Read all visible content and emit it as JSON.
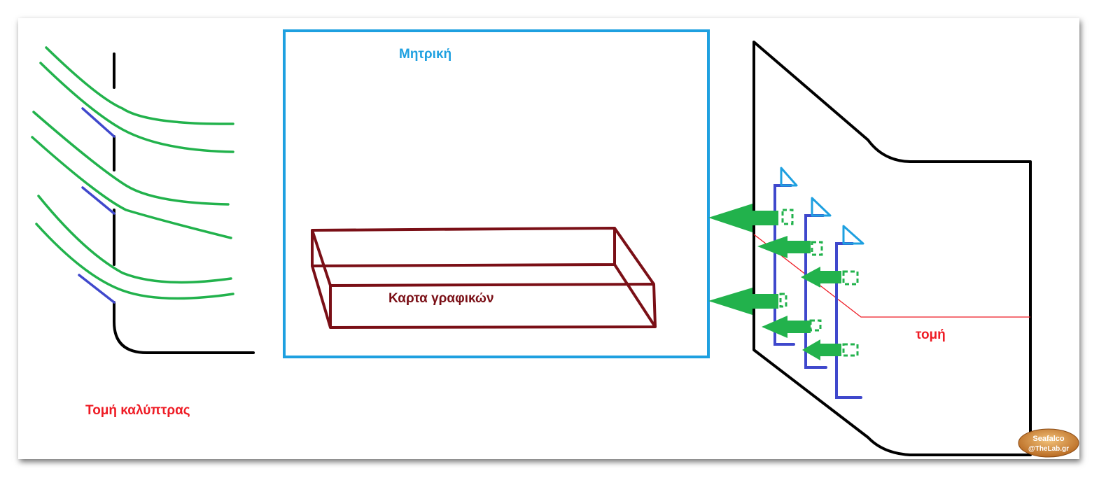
{
  "labels": {
    "motherboard": "Μητρική",
    "graphics_card": "Καρτα γραφικών",
    "cut": "τομή",
    "hood_section": "Τομή καλύπτρας"
  },
  "watermark": {
    "line1": "Seafalco",
    "line2": "@TheLab.gr"
  },
  "colors": {
    "motherboard": "#1ea0e0",
    "graphics_card": "#7a0f16",
    "cut": "#ee1b24",
    "airflow": "#22b24c",
    "louver": "#3f48cc",
    "outline": "#000000"
  },
  "icons": [
    "airflow-arrow-icon",
    "louver-fin-icon"
  ]
}
